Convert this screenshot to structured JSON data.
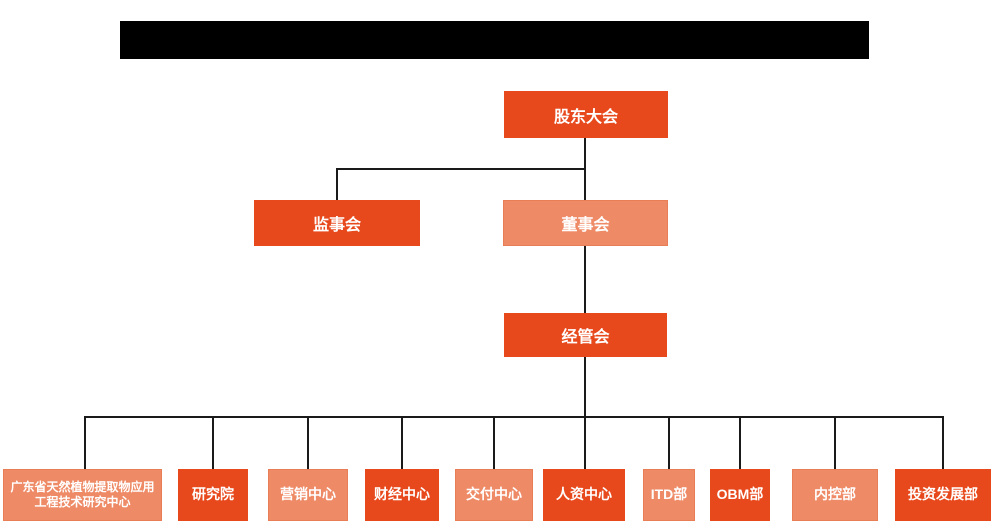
{
  "colors": {
    "background": "#ffffff",
    "dark_orange": "#E8491C",
    "light_orange": "#EE8A66",
    "connector": "#1a1a1a",
    "redacted_bar": "#000000",
    "text": "#ffffff"
  },
  "org_chart": {
    "type": "org-tree",
    "root": {
      "label": "股东大会",
      "variant": "dark"
    },
    "level2": [
      {
        "label": "监事会",
        "variant": "dark"
      },
      {
        "label": "董事会",
        "variant": "light"
      }
    ],
    "level3": {
      "label": "经管会",
      "variant": "dark"
    },
    "departments": [
      {
        "label": "广东省天然植物提取物应用工程技术研究中心",
        "variant": "light"
      },
      {
        "label": "研究院",
        "variant": "dark"
      },
      {
        "label": "营销中心",
        "variant": "light"
      },
      {
        "label": "财经中心",
        "variant": "dark"
      },
      {
        "label": "交付中心",
        "variant": "light"
      },
      {
        "label": "人资中心",
        "variant": "dark"
      },
      {
        "label": "ITD部",
        "variant": "light"
      },
      {
        "label": "OBM部",
        "variant": "dark"
      },
      {
        "label": "内控部",
        "variant": "light"
      },
      {
        "label": "投资发展部",
        "variant": "dark"
      }
    ]
  }
}
